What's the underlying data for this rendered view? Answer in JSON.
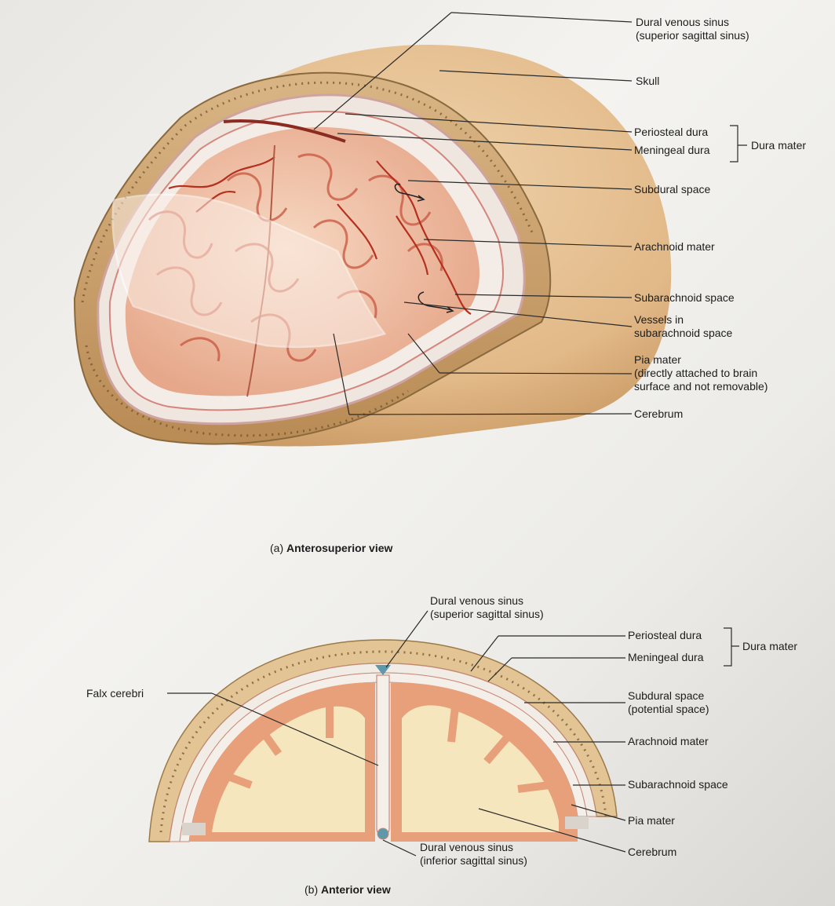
{
  "panel_a": {
    "caption_letter": "(a)",
    "caption_title": "Anterosuperior view",
    "labels": {
      "dural_sinus_1": "Dural venous sinus",
      "dural_sinus_2": "(superior sagittal sinus)",
      "skull": "Skull",
      "periosteal": "Periosteal dura",
      "meningeal": "Meningeal dura",
      "dura_mater": "Dura mater",
      "subdural": "Subdural space",
      "arachnoid": "Arachnoid mater",
      "subarachnoid": "Subarachnoid space",
      "vessels_1": "Vessels in",
      "vessels_2": "subarachnoid space",
      "pia_1": "Pia mater",
      "pia_2": "(directly attached to brain",
      "pia_3": "surface and not removable)",
      "cerebrum": "Cerebrum"
    }
  },
  "panel_b": {
    "caption_letter": "(b)",
    "caption_title": "Anterior view",
    "labels": {
      "dural_sinus_1": "Dural venous sinus",
      "dural_sinus_2": "(superior sagittal sinus)",
      "periosteal": "Periosteal dura",
      "meningeal": "Meningeal dura",
      "dura_mater": "Dura mater",
      "falx": "Falx cerebri",
      "subdural_1": "Subdural space",
      "subdural_2": "(potential space)",
      "arachnoid": "Arachnoid mater",
      "subarachnoid": "Subarachnoid space",
      "pia": "Pia mater",
      "cerebrum": "Cerebrum",
      "inferior_sinus_1": "Dural venous sinus",
      "inferior_sinus_2": "(inferior sagittal sinus)"
    }
  },
  "colors": {
    "skull": "#e3bd8c",
    "dura": "#f1e9e2",
    "brain": "#f0c6a8",
    "gyri_line": "#c8553f",
    "vessel": "#b5301f",
    "white_matter": "#f6e6be",
    "cortex": "#e7a07a",
    "sinus_blue": "#5f98a8"
  }
}
